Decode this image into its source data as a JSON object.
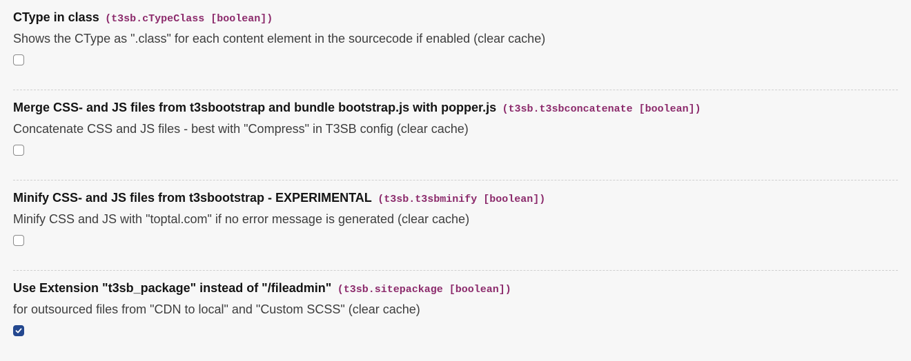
{
  "settings": [
    {
      "title": "CType in class",
      "key": "(t3sb.cTypeClass [boolean])",
      "description": "Shows the CType as \".class\" for each content element in the sourcecode if enabled (clear cache)",
      "checked": false
    },
    {
      "title": "Merge CSS- and JS files from t3sbootstrap and bundle bootstrap.js with popper.js",
      "key": "(t3sb.t3sbconcatenate [boolean])",
      "description": "Concatenate CSS and JS files - best with \"Compress\" in T3SB config (clear cache)",
      "checked": false
    },
    {
      "title": "Minify CSS- and JS files from t3sbootstrap - EXPERIMENTAL",
      "key": "(t3sb.t3sbminify [boolean])",
      "description": "Minify CSS and JS with \"toptal.com\" if no error message is generated (clear cache)",
      "checked": false
    },
    {
      "title": "Use Extension \"t3sb_package\" instead of \"/fileadmin\"",
      "key": "(t3sb.sitepackage [boolean])",
      "description": "for outsourced files from \"CDN to local\" and \"Custom SCSS\" (clear cache)",
      "checked": true
    }
  ],
  "colors": {
    "key": "#8c2b6c",
    "checkbox_checked": "#24488f"
  }
}
